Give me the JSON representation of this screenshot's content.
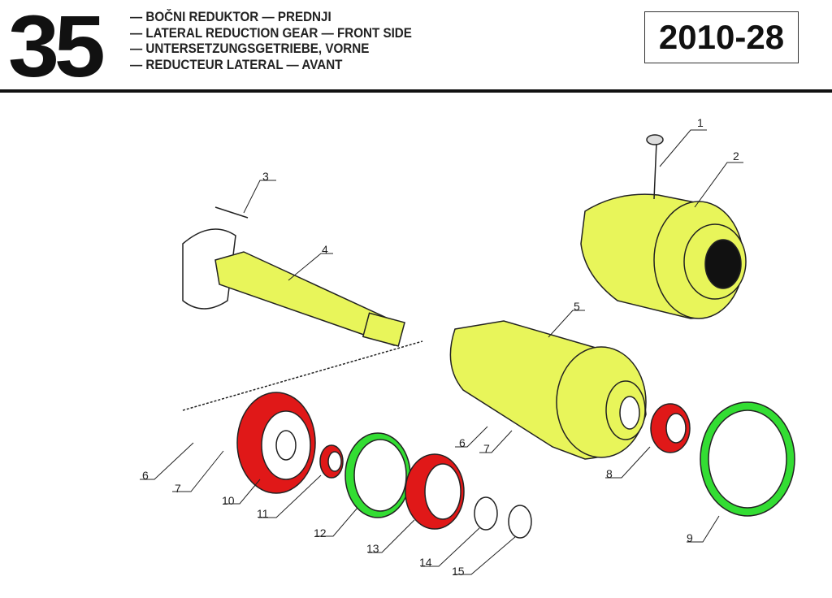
{
  "header": {
    "section_number": "35",
    "titles": [
      "— BOČNI REDUKTOR — PREDNJI",
      "— LATERAL REDUCTION GEAR — FRONT SIDE",
      "— UNTERSETZUNGSGETRIEBE, VORNE",
      "— REDUCTEUR LATERAL — AVANT"
    ],
    "code": "2010-28"
  },
  "callouts": [
    "1",
    "2",
    "3",
    "4",
    "5",
    "6",
    "7",
    "6",
    "7",
    "8",
    "9",
    "10",
    "11",
    "12",
    "13",
    "14",
    "15"
  ],
  "colors": {
    "housing": "#e8f55a",
    "bearing": "#e01818",
    "gasket": "#33dd33",
    "line": "#222222"
  }
}
